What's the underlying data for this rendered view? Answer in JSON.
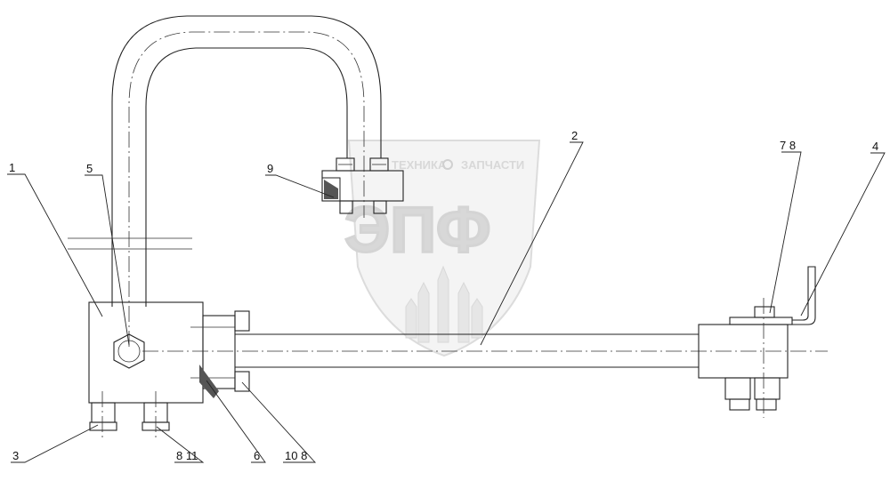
{
  "watermark": {
    "brand_left": "ТЕХНИКА",
    "brand_right": "ЗАПЧАСТИ",
    "logo_letters": "ЭПФ"
  },
  "callouts": {
    "c1": "1",
    "c2": "2",
    "c3": "3",
    "c4": "4",
    "c5": "5",
    "c6": "6",
    "c9": "9",
    "c7_8": "7  8",
    "c8_11": "8  11",
    "c10_8": "10  8"
  }
}
